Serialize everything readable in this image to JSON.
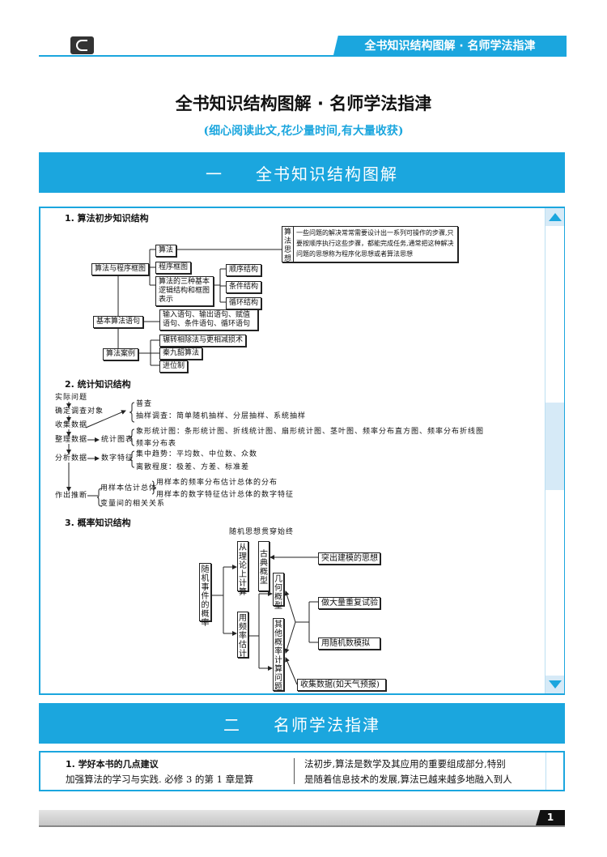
{
  "header": {
    "banner": "全书知识结构图解 · 名师学法指津"
  },
  "title": "全书知识结构图解 · 名师学法指津",
  "subtitle": "(细心阅读此文,花少量时间,有大量收获)",
  "section1": {
    "number": "一",
    "label": "全书知识结构图解"
  },
  "section2": {
    "number": "二",
    "label": "名师学法指津"
  },
  "d1": {
    "heading": "1. 算法初步知识结构",
    "root": "算法与程序框图",
    "algo": "算法",
    "flowchart": "程序框图",
    "three": "算法的三种基本逻辑结构和框图表示",
    "seq": "顺序结构",
    "cond": "条件结构",
    "loop": "循环结构",
    "idea_label": "算法思想",
    "idea_text": "一些问题的解决常常需要设计出一系列可操作的步骤,只要按顺序执行这些步骤，都能完成任务,通常把这种解决问题的思想称为程序化思想或者算法思想",
    "stmt": "基本算法语句",
    "stmt_list": "输入语句、输出语句、赋值语句、条件语句、循环语句",
    "cases": "算法案例",
    "case1": "辗转相除法与更相减损术",
    "case2": "秦九韶算法",
    "case3": "进位制"
  },
  "d2": {
    "heading": "2. 统计知识结构",
    "steps": [
      "实际问题",
      "确定调查对象",
      "收集数据",
      "整理数据",
      "分析数据",
      "作出推断"
    ],
    "census": "普查",
    "sampling": "抽样调查：简单随机抽样、分层抽样、系统抽样",
    "charts": "统计图表",
    "chart_types": "象形统计图：条形统计图、折线统计图、扇形统计图、茎叶图、频率分布直方图、频率分布折线图",
    "freq_table": "频率分布表",
    "features": "数字特征",
    "central": "集中趋势：平均数、中位数、众数",
    "spread": "离散程度：极差、方差、标准差",
    "estimate": "用样本估计总体",
    "est1": "用样本的频率分布估计总体的分布",
    "est2": "用样本的数字特征估计总体的数字特征",
    "corr": "变量间的相关关系"
  },
  "d3": {
    "heading": "3. 概率知识结构",
    "random_idea": "随机思想贯穿始终",
    "root": "随机事件的概率",
    "theory": "从理论上计算",
    "classical": "古典概型",
    "modeling": "突出建模的思想",
    "geometric": "几何概型",
    "freq": "用频率估计",
    "other": "其他概率计算问题",
    "repeat": "做大量重复试验",
    "simulate": "用随机数模拟",
    "collect": "收集数据(如天气预报)"
  },
  "tips": {
    "heading": "1. 学好本书的几点建议",
    "left_line": "加强算法的学习与实践. 必修 3 的第 1 章是算",
    "right_line1": "法初步,算法是数学及其应用的重要组成部分,特别",
    "right_line2": "是随着信息技术的发展,算法已越来越多地融入到人"
  },
  "footer": {
    "page": "1"
  },
  "colors": {
    "accent": "#1ba6de",
    "scroll_thumb": "#d6eaf7"
  }
}
